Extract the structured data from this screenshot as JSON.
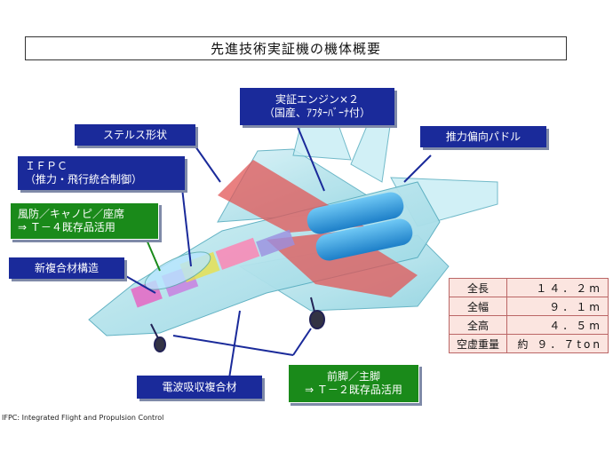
{
  "title": "先進技術実証機の機体概要",
  "labels": {
    "engine": [
      "実証エンジン×２",
      "（国産、ｱﾌﾀｰﾊﾞｰﾅ付）"
    ],
    "stealth": "ステルス形状",
    "paddle": "推力偏向パドル",
    "ifpc": [
      "ＩＦＰＣ",
      "（推力・飛行統合制御）"
    ],
    "canopy": [
      "風防／キャノピ／座席",
      "⇒ Ｔ－４既存品活用"
    ],
    "composite": "新複合材構造",
    "absorber": "電波吸収複合材",
    "gear": [
      "前脚／主脚",
      "⇒ Ｔ－２既存品活用"
    ]
  },
  "specs": [
    {
      "key": "全長",
      "value": "１４．２m"
    },
    {
      "key": "全幅",
      "value": "９．１m"
    },
    {
      "key": "全高",
      "value": "４．５m"
    },
    {
      "key": "空虚重量",
      "value": "約 ９．７ton"
    }
  ],
  "footnote": "IFPC: Integrated Flight and Propulsion Control"
}
